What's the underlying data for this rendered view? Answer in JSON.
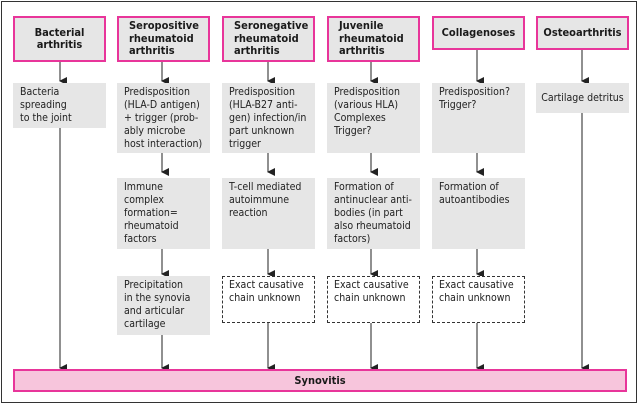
{
  "columns": [
    {
      "header": "Bacterial\narthritis",
      "steps": [
        {
          "text": "Bacteria\nspreading\nto the joint",
          "style": "solid"
        }
      ]
    },
    {
      "header": "Seropositive\nrheumatoid\narthritis",
      "steps": [
        {
          "text": "Predisposition\n(HLA-D antigen)\n+ trigger (prob-\nably microbe\nhost interaction)",
          "style": "solid"
        },
        {
          "text": "Immune\ncomplex\nformation=\nrheumatoid\nfactors",
          "style": "solid"
        },
        {
          "text": "Precipitation\nin the synovia\nand articular\ncartilage",
          "style": "solid"
        }
      ]
    },
    {
      "header": "Seronegative\nrheumatoid\narthritis",
      "steps": [
        {
          "text": "Predisposition\n(HLA-B27 anti-\ngen) infection/in\npart unknown\ntrigger",
          "style": "solid"
        },
        {
          "text": "T-cell mediated\nautoimmune\nreaction",
          "style": "solid"
        },
        {
          "text": "Exact causative\nchain unknown",
          "style": "dashed"
        }
      ]
    },
    {
      "header": "Juvenile\nrheumatoid\narthritis",
      "steps": [
        {
          "text": "Predisposition\n(various HLA)\nComplexes\nTrigger?",
          "style": "solid"
        },
        {
          "text": "Formation of\nantinuclear anti-\nbodies (in part\nalso rheumatoid\nfactors)",
          "style": "solid"
        },
        {
          "text": "Exact causative\nchain unknown",
          "style": "dashed"
        }
      ]
    },
    {
      "header": "Collagenoses",
      "steps": [
        {
          "text": "Predisposition?\nTrigger?",
          "style": "solid"
        },
        {
          "text": "Formation of\nautoantibodies",
          "style": "solid"
        },
        {
          "text": "Exact causative\nchain unknown",
          "style": "dashed"
        }
      ]
    },
    {
      "header": "Osteoarthritis",
      "steps": [
        {
          "text": "Cartilage detritus",
          "style": "solid"
        }
      ]
    }
  ],
  "outcome": "Synovitis",
  "colors": {
    "header_border": "#e8359a",
    "header_fill": "#e6e6e6",
    "step_fill": "#e6e6e6",
    "outcome_fill": "#f7c5dc",
    "outcome_border": "#e8359a"
  }
}
